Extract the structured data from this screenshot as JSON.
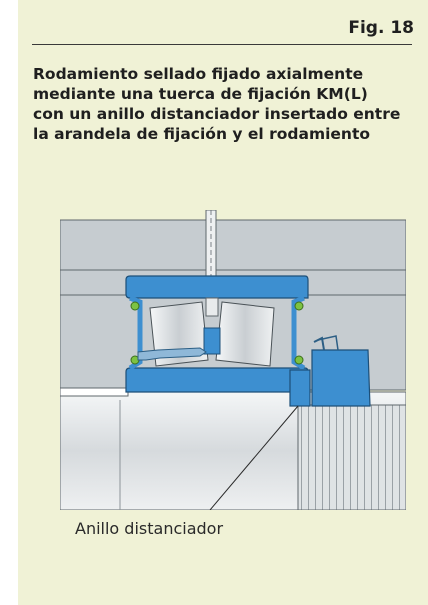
{
  "figure": {
    "label": "Fig. 18",
    "caption": "Rodamiento sellado fijado axialmente mediante una tuerca de fijación KM(L) con un anillo distanciador insertado entre la arandela de fijación y el rodamiento",
    "callout": "Anillo distanciador"
  },
  "colors": {
    "panel_bg": "#f0f2d6",
    "housing_gray": "#c8cdd0",
    "bearing_blue": "#3d8fd0",
    "seal_green": "#7dc242",
    "shaft_light": "#e6e9eb"
  },
  "icons": [
    "bearing-cross-section-illustration",
    "locknut-illustration",
    "spacer-ring-illustration"
  ]
}
